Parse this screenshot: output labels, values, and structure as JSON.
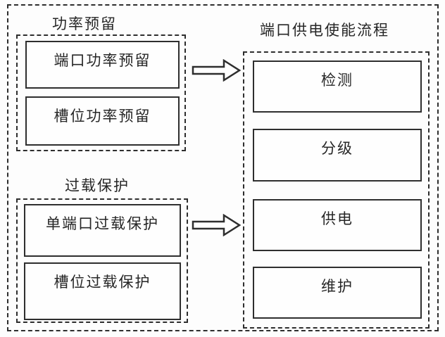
{
  "diagram": {
    "background_color": "#fdfdfd",
    "line_color": "#2e2e2e",
    "groups": [
      {
        "title": "功率预留",
        "boxes": [
          "端口功率预留",
          "槽位功率预留"
        ]
      },
      {
        "title": "过载保护",
        "boxes": [
          "单端口过载保护",
          "槽位过载保护"
        ]
      },
      {
        "title": "端口供电使能流程",
        "boxes": [
          "检测",
          "分级",
          "供电",
          "维护"
        ]
      }
    ],
    "arrows": [
      {
        "from": "功率预留",
        "to": "端口供电使能流程",
        "direction": "right"
      },
      {
        "from": "过载保护",
        "to": "端口供电使能流程",
        "direction": "right"
      }
    ]
  }
}
